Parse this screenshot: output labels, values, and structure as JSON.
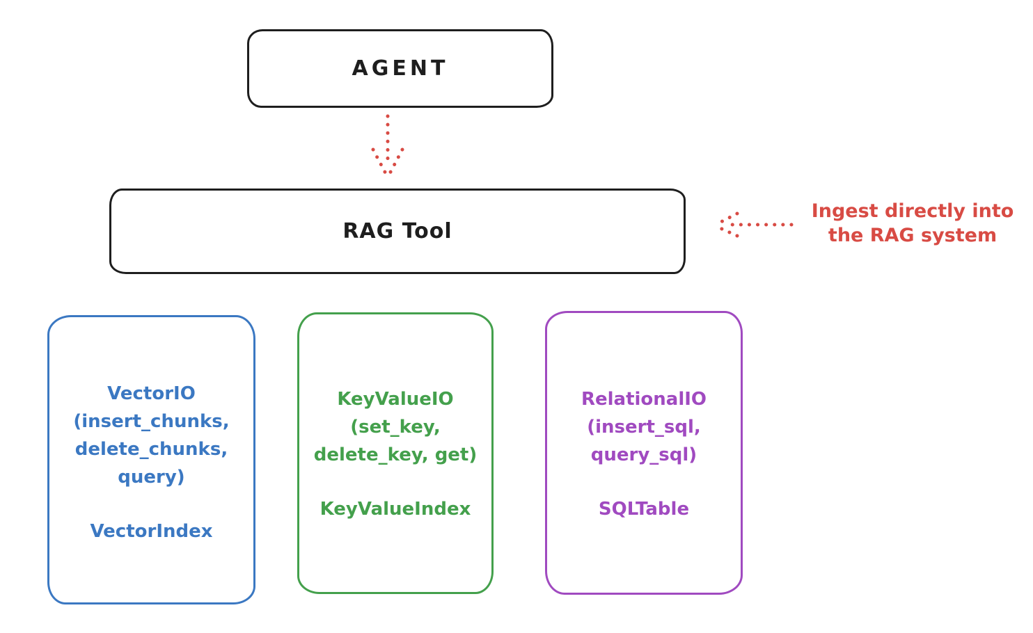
{
  "diagram": {
    "agent": {
      "label": "AGENT"
    },
    "rag_tool": {
      "label": "RAG Tool"
    },
    "annotation": {
      "line1": "Ingest directly into",
      "line2": "the RAG system",
      "color": "#d84b44"
    },
    "arrows": [
      {
        "name": "agent-to-rag-tool",
        "style": "dotted",
        "color": "#d84b44",
        "direction": "down"
      },
      {
        "name": "annotation-to-rag-tool",
        "style": "dotted",
        "color": "#d84b44",
        "direction": "left"
      }
    ],
    "cards": [
      {
        "title_lines": [
          "VectorIO",
          "(insert_chunks,",
          "delete_chunks,",
          "query)"
        ],
        "index_label": "VectorIndex",
        "color": "#3b78c2"
      },
      {
        "title_lines": [
          "KeyValueIO",
          "(set_key,",
          "delete_key, get)"
        ],
        "index_label": "KeyValueIndex",
        "color": "#44a04c"
      },
      {
        "title_lines": [
          "RelationalIO",
          "(insert_sql,",
          "query_sql)"
        ],
        "index_label": "SQLTable",
        "color": "#a04ac0"
      }
    ],
    "colors": {
      "stroke": "#1e1e1e",
      "background": "#ffffff",
      "red": "#d84b44",
      "blue": "#3b78c2",
      "green": "#44a04c",
      "purple": "#a04ac0"
    }
  }
}
